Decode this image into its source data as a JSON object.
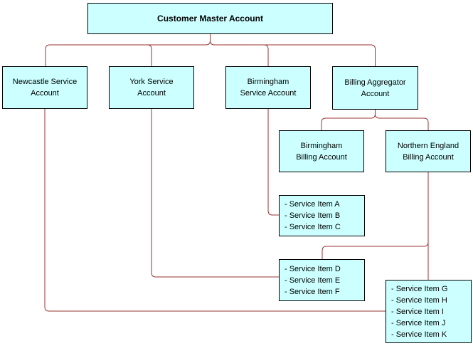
{
  "nodes": {
    "master": {
      "label": "Customer Master Account"
    },
    "newcastle": {
      "label": "Newcastle Service\nAccount"
    },
    "york": {
      "label": "York Service\nAccount"
    },
    "birmingham_service": {
      "label": "Birmingham\nService Account"
    },
    "billing_aggregator": {
      "label": "Billing Aggregator\nAccount"
    },
    "birmingham_billing": {
      "label": "Birmingham\nBilling Account"
    },
    "northern_billing": {
      "label": "Northern England\nBilling Account"
    },
    "items_abc": {
      "lines": [
        "- Service Item A",
        "- Service Item B",
        "- Service Item C"
      ]
    },
    "items_def": {
      "lines": [
        "- Service Item D",
        "- Service Item E",
        "- Service Item F"
      ]
    },
    "items_ghijk": {
      "lines": [
        "- Service Item G",
        "- Service Item H",
        "- Service Item I",
        "- Service Item J",
        "- Service Item K"
      ]
    }
  },
  "edges": [
    {
      "from": "master",
      "to": "newcastle"
    },
    {
      "from": "master",
      "to": "york"
    },
    {
      "from": "master",
      "to": "birmingham_service"
    },
    {
      "from": "master",
      "to": "billing_aggregator"
    },
    {
      "from": "billing_aggregator",
      "to": "birmingham_billing"
    },
    {
      "from": "billing_aggregator",
      "to": "northern_billing"
    },
    {
      "from": "birmingham_service",
      "to": "items_abc"
    },
    {
      "from": "york",
      "to": "items_def"
    },
    {
      "from": "northern_billing",
      "to": "items_def"
    },
    {
      "from": "newcastle",
      "to": "items_ghijk"
    },
    {
      "from": "northern_billing",
      "to": "items_ghijk"
    }
  ],
  "colors": {
    "node_fill": "#ccffff",
    "node_border": "#000000",
    "connector": "#993333"
  }
}
